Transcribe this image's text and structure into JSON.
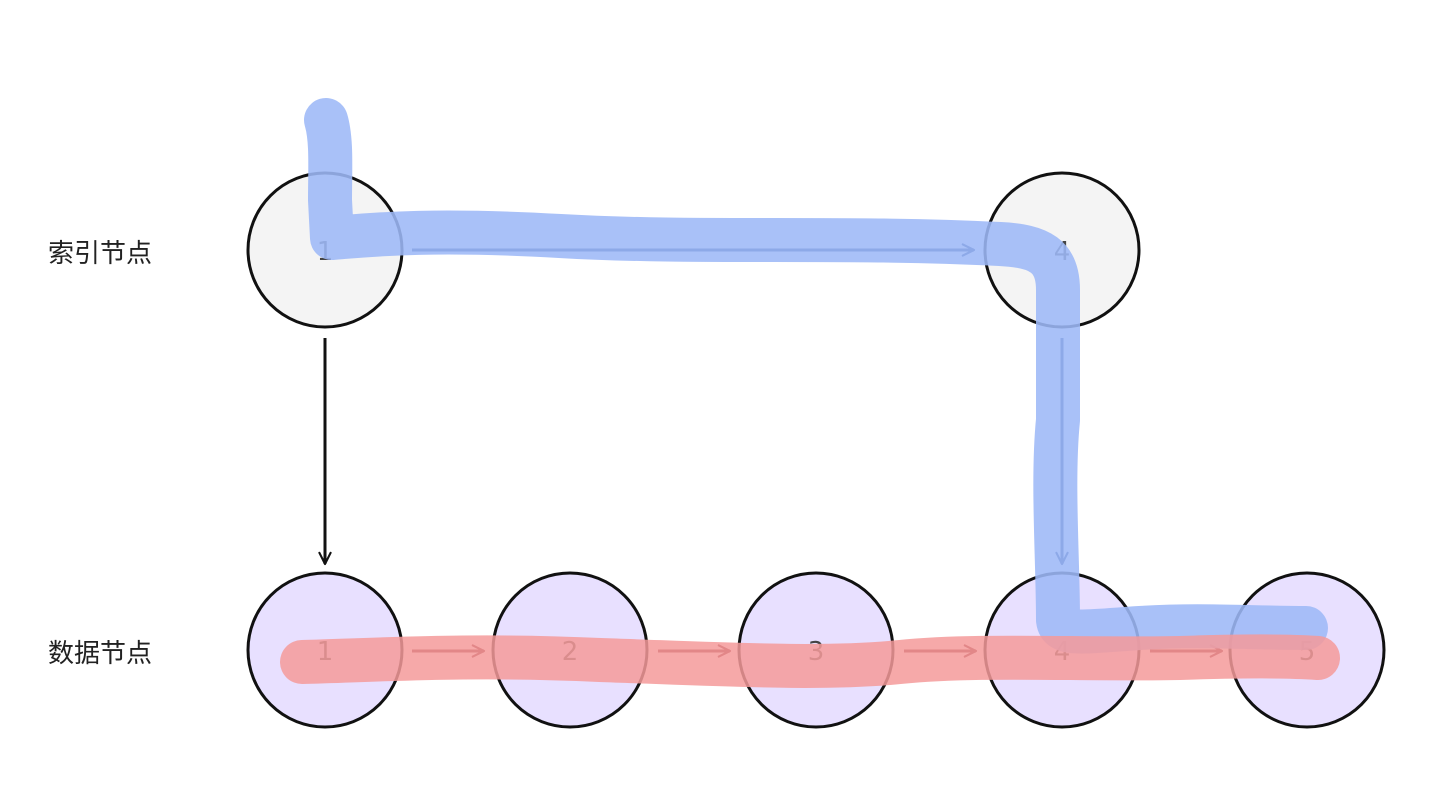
{
  "rows": {
    "index_label": "索引节点",
    "data_label": "数据节点"
  },
  "index_nodes": [
    {
      "label": "1"
    },
    {
      "label": "4"
    }
  ],
  "data_nodes": [
    {
      "label": "1"
    },
    {
      "label": "2"
    },
    {
      "label": "3"
    },
    {
      "label": "4"
    },
    {
      "label": "5"
    }
  ],
  "colors": {
    "index_fill": "#f4f4f4",
    "data_fill": "#e8e0ff",
    "node_stroke": "#111111",
    "index_arrow": "#1e3a78",
    "data_arrow": "#7a1f26",
    "search_path_highlight": "#9db8f7",
    "scan_path_highlight": "#f59a9a"
  }
}
